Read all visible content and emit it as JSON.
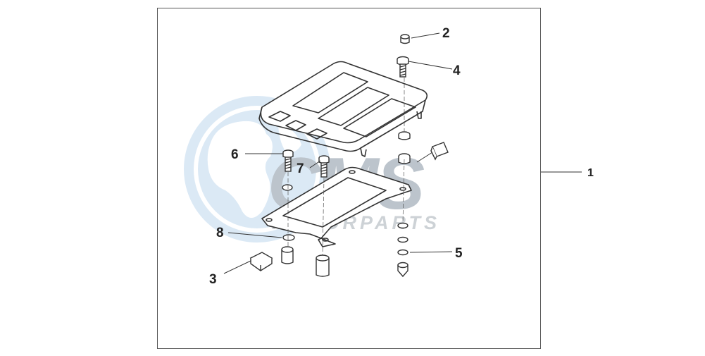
{
  "watermark": {
    "brand": "CMS",
    "tagline": "MOTORPARTS",
    "color_light": "#dbe9f5",
    "color_mid": "#b7d2ea",
    "color_text": "#cfd3d7"
  },
  "diagram": {
    "line_color": "#333333",
    "frame_color": "#555555",
    "callouts": [
      {
        "id": "1",
        "label": "1"
      },
      {
        "id": "2",
        "label": "2"
      },
      {
        "id": "3",
        "label": "3"
      },
      {
        "id": "4",
        "label": "4"
      },
      {
        "id": "5",
        "label": "5"
      },
      {
        "id": "6",
        "label": "6"
      },
      {
        "id": "7",
        "label": "7"
      },
      {
        "id": "8",
        "label": "8"
      }
    ]
  }
}
